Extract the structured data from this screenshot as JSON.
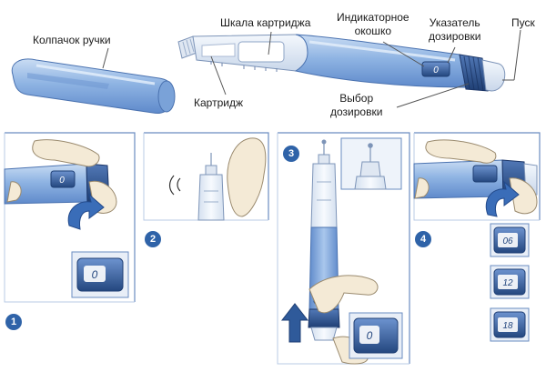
{
  "labels": {
    "pen_cap": "Колпачок ручки",
    "cartridge_scale": "Шкала картриджа",
    "indicator_window": "Индикаторное\nокошко",
    "dose_pointer": "Указатель\nдозировки",
    "push_button": "Пуск",
    "cartridge": "Картридж",
    "dose_selector": "Выбор\nдозировки"
  },
  "steps": [
    "1",
    "2",
    "3",
    "4"
  ],
  "dose_window_values": {
    "panel1": "0",
    "panel3": "0"
  },
  "dose_examples": [
    "06",
    "12",
    "18"
  ],
  "colors": {
    "pen_blue": "#8fb4e3",
    "pen_dark": "#2f5a9a",
    "step_badge": "#2f63a8",
    "frame": "#6a8cc0",
    "skin": "#f4ead6"
  },
  "icons": [
    "pen-cap-icon",
    "insulin-pen-icon",
    "hand-icon",
    "rotate-arrow-icon",
    "up-arrow-icon",
    "needle-icon",
    "tap-marks-icon"
  ]
}
